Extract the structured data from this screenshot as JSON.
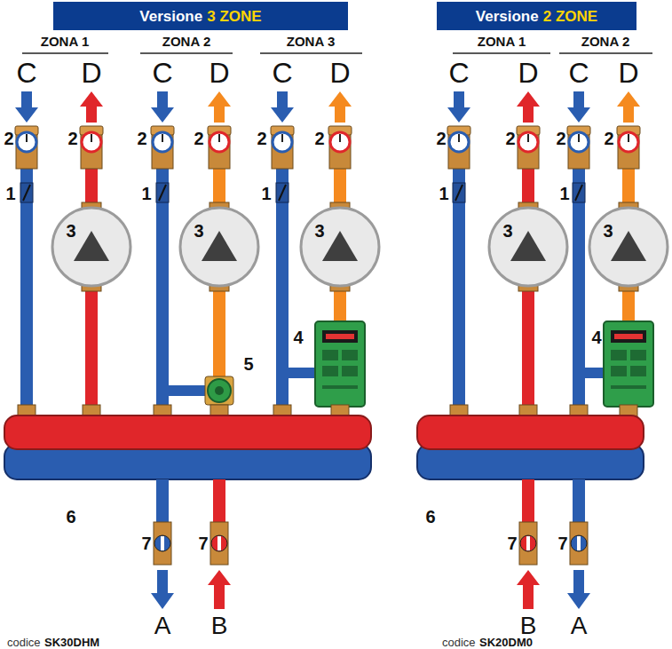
{
  "diagram": {
    "nodes": [
      {
        "text": [
          "Versione",
          "3 ZONE"
        ]
      },
      {
        "text": [
          "Versione",
          "2 ZONE"
        ]
      }
    ],
    "labels": [
      "ZONA 1",
      "ZONA 2",
      "ZONA 3",
      "C",
      "D",
      "C",
      "D",
      "C",
      "D",
      "2",
      "2",
      "2",
      "2",
      "2",
      "2",
      "1",
      "1",
      "1",
      "3",
      "3",
      "3",
      "5",
      "4",
      "6",
      "7",
      "7",
      "A",
      "B",
      "codice",
      "SK30DHM",
      "ZONA 1",
      "ZONA 2",
      "C",
      "D",
      "C",
      "D",
      "2",
      "2",
      "2",
      "2",
      "1",
      "1",
      "3",
      "3",
      "4",
      "6",
      "7",
      "7",
      "B",
      "A",
      "codice",
      "SK20DM0"
    ]
  }
}
